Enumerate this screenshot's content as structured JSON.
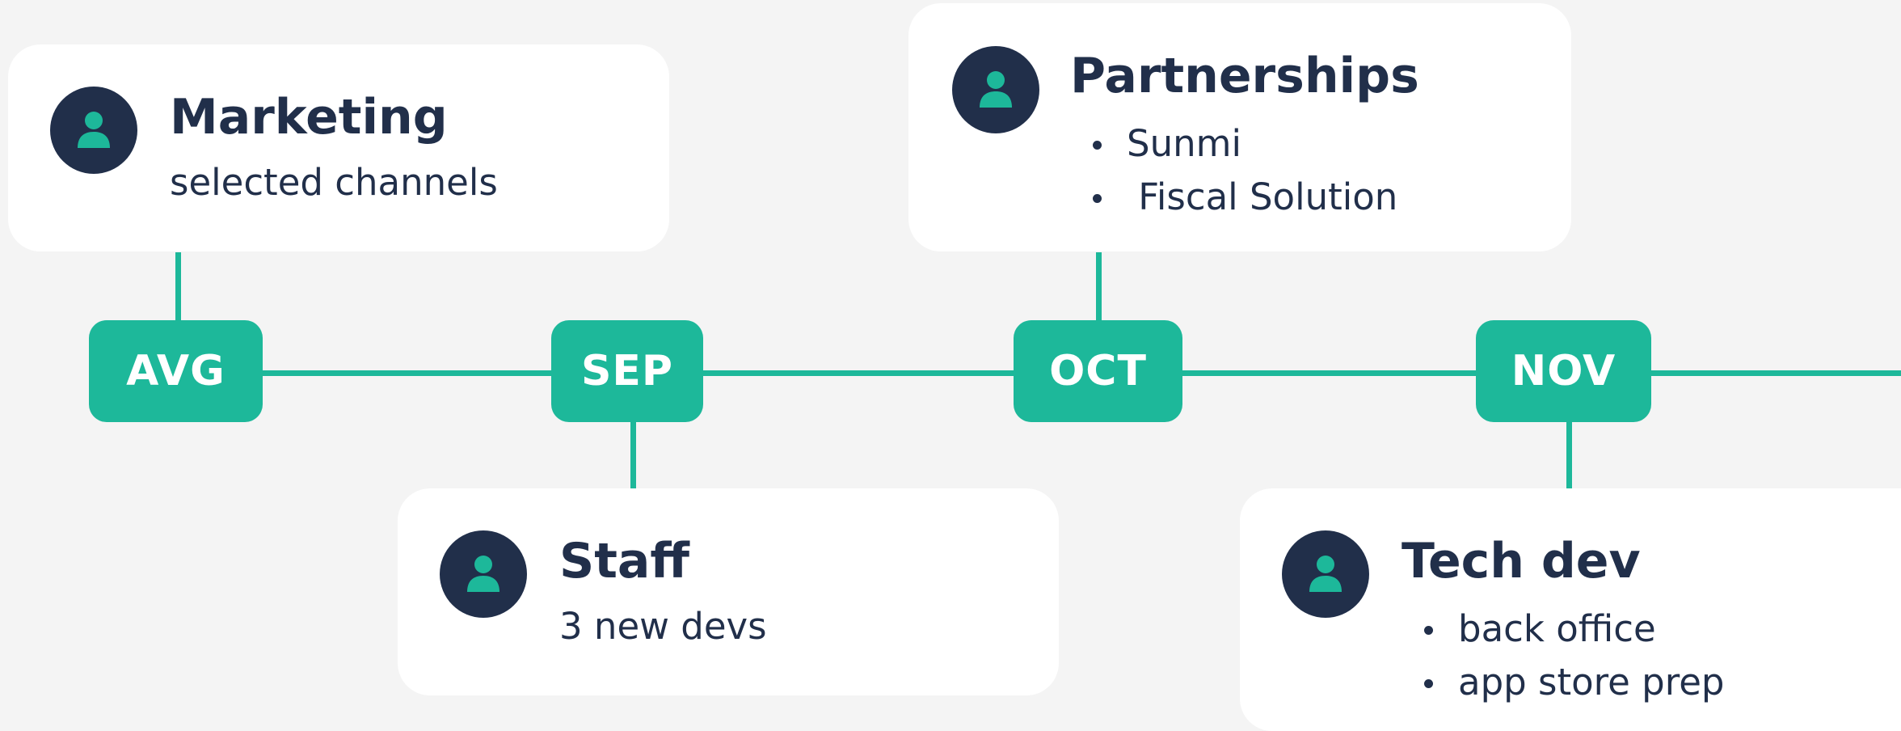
{
  "colors": {
    "background": "#f4f4f4",
    "accent": "#1db89a",
    "dark": "#212f4a",
    "card": "#ffffff"
  },
  "timeline": {
    "months": [
      "AVG",
      "SEP",
      "OCT",
      "NOV"
    ]
  },
  "cards": {
    "marketing": {
      "icon": "user-icon",
      "title": "Marketing",
      "text": "selected channels"
    },
    "staff": {
      "icon": "user-icon",
      "title": "Staff",
      "text": "3 new devs"
    },
    "partnerships": {
      "icon": "user-icon",
      "title": "Partnerships",
      "items": [
        "Sunmi",
        " Fiscal Solution"
      ]
    },
    "techdev": {
      "icon": "user-icon",
      "title": "Tech dev",
      "items": [
        "back office",
        "app store prep"
      ]
    }
  }
}
